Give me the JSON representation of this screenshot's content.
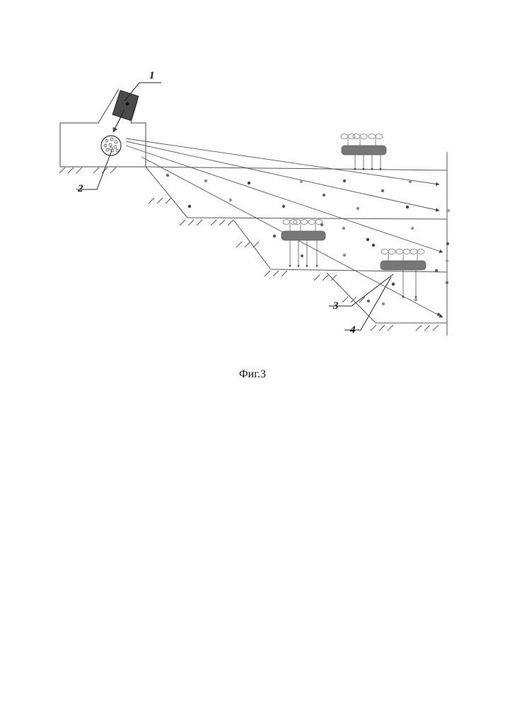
{
  "figure": {
    "labels": [
      "1",
      "2",
      "3",
      "4"
    ],
    "caption": "Фиг.3"
  },
  "colors": {
    "line": "#444444",
    "emitter": "#4a4a4a",
    "block": "#777777",
    "dots": [
      "#6a6a6a",
      "#8a8a8a",
      "#3f3f3f",
      "#9a9a9a",
      "#555555"
    ]
  },
  "icons": {
    "emitter": "emitter-block-icon",
    "particle_source": "particle-source-icon",
    "plant": "sprout-icon",
    "ground": "ground-hatch-icon"
  }
}
